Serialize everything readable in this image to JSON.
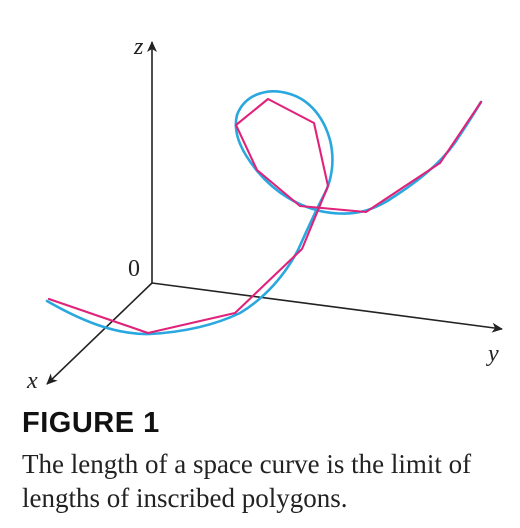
{
  "figure": {
    "title": "FIGURE 1",
    "caption": "The length of a space curve is the limit of lengths of inscribed polygons."
  },
  "axes": {
    "z_label": "z",
    "y_label": "y",
    "x_label": "x",
    "origin_label": "0"
  },
  "colors": {
    "curve": "#2aa7df",
    "polygon": "#e0227a",
    "axis": "#222222",
    "text": "#222222"
  }
}
